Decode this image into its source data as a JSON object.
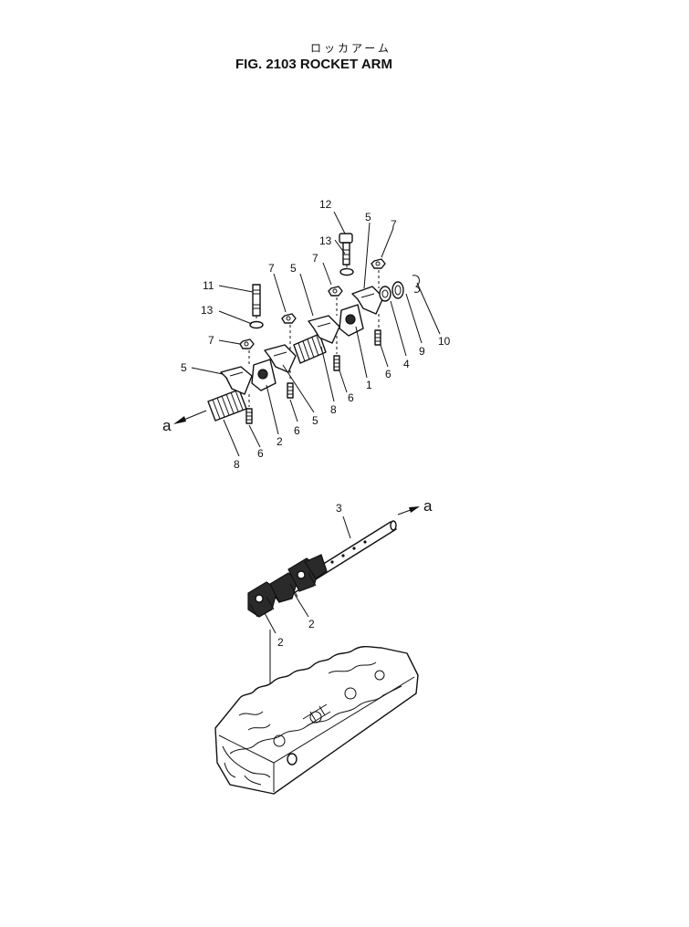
{
  "figure": {
    "title_jp": "ロッカアーム",
    "title": "FIG. 2103  ROCKET ARM"
  },
  "callouts": {
    "c1": "1",
    "c2a": "2",
    "c2b": "2",
    "c2c": "2",
    "c3": "3",
    "c4": "4",
    "c5a": "5",
    "c5b": "5",
    "c5c": "5",
    "c5d": "5",
    "c6a": "6",
    "c6b": "6",
    "c6c": "6",
    "c6d": "6",
    "c7a": "7",
    "c7b": "7",
    "c7c": "7",
    "c7d": "7",
    "c8a": "8",
    "c8b": "8",
    "c9": "9",
    "c10": "10",
    "c11": "11",
    "c12": "12",
    "c13a": "13",
    "c13b": "13",
    "a_left": "a",
    "a_right": "a"
  }
}
